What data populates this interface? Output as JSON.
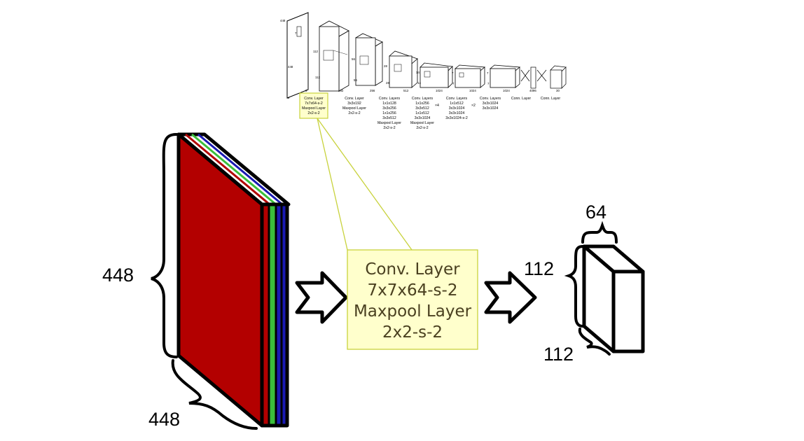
{
  "colors": {
    "channel_red": "#b30000",
    "channel_green": "#3bbf3b",
    "channel_blue": "#1a1ab3",
    "highlight_fill": "#ffffcc",
    "highlight_stroke": "#c8d23c",
    "box_text": "#4a4020",
    "line": "#000000"
  },
  "icons": {
    "arrow": "hollow-right-arrow-icon",
    "brace": "curly-brace-icon"
  },
  "input": {
    "height_label": "448",
    "width_label": "448"
  },
  "layer_box": {
    "line1": "Conv. Layer",
    "line2": "7x7x64-s-2",
    "line3": "Maxpool Layer",
    "line4": "2x2-s-2"
  },
  "output": {
    "depth_label": "64",
    "height_label": "112",
    "width_label": "112"
  },
  "thumbnail": {
    "dims": {
      "input_h": "448",
      "input_w": "448",
      "input_c": "3",
      "b1_h": "112",
      "b1_w": "112",
      "b1_c": "192",
      "b2_h": "56",
      "b2_w": "56",
      "b2_c": "256",
      "b3_h": "28",
      "b3_w": "28",
      "b3_c": "512",
      "b4_h": "14",
      "b4_w": "14",
      "b4_c": "1024",
      "b5_h": "7",
      "b5_w": "7",
      "b5_c": "1024",
      "b6_h": "7",
      "b6_w": "7",
      "b6_c": "1024",
      "fc1": "4096",
      "fc2": "30",
      "k1": "7",
      "k2": "3",
      "k3": "3",
      "k4": "3",
      "k5": "3"
    },
    "captions": [
      {
        "lines": [
          "Conv. Layer",
          "7x7x64-s-2",
          "Maxpool Layer",
          "2x2-s-2"
        ]
      },
      {
        "lines": [
          "Conv. Layer",
          "3x3x192",
          "Maxpool Layer",
          "2x2-s-2"
        ]
      },
      {
        "lines": [
          "Conv. Layers",
          "1x1x128",
          "3x3x256",
          "1x1x256",
          "3x3x512",
          "Maxpool Layer",
          "2x2-s-2"
        ]
      },
      {
        "lines": [
          "Conv. Layers",
          "1x1x256",
          "3x3x512",
          "1x1x512",
          "3x3x1024",
          "Maxpool Layer",
          "2x2-s-2"
        ],
        "repeat": "×4"
      },
      {
        "lines": [
          "Conv. Layers",
          "1x1x512",
          "3x3x1024",
          "3x3x1024",
          "3x3x1024-s-2"
        ],
        "repeat": "×2"
      },
      {
        "lines": [
          "Conv. Layers",
          "3x3x1024",
          "3x3x1024"
        ]
      },
      {
        "lines": [
          "Conn. Layer"
        ]
      },
      {
        "lines": [
          "Conn. Layer"
        ]
      }
    ]
  }
}
